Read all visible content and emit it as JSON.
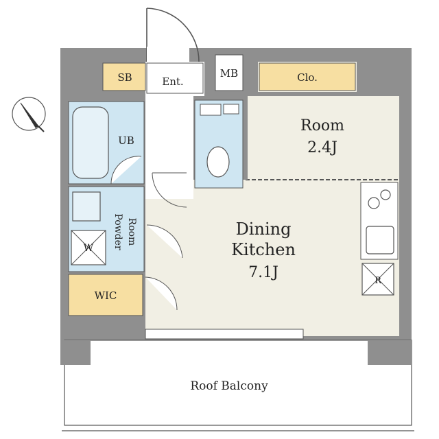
{
  "rooms": {
    "sb": "SB",
    "entrance": "Ent.",
    "mb": "MB",
    "closet": "Clo.",
    "room_name": "Room",
    "room_size": "2.4J",
    "unit_bath": "UB",
    "powder_room_line1": "Powder",
    "powder_room_line2": "Room",
    "washer": "W",
    "dining_line1": "Dining",
    "dining_line2": "Kitchen",
    "dining_size": "7.1J",
    "fridge": "R",
    "wic": "WIC",
    "balcony": "Roof Balcony"
  },
  "colors": {
    "wall": "#8f8f8f",
    "floor": "#f1efe4",
    "wet_area": "#cfe6f2",
    "storage": "#f7dfa2",
    "balcony": "#ffffff",
    "outline": "#555555"
  },
  "icons": {
    "compass": "north-compass-icon",
    "bathtub": "bathtub-icon",
    "toilet": "toilet-icon",
    "cooktop": "cooktop-icon",
    "sink": "sink-icon"
  }
}
